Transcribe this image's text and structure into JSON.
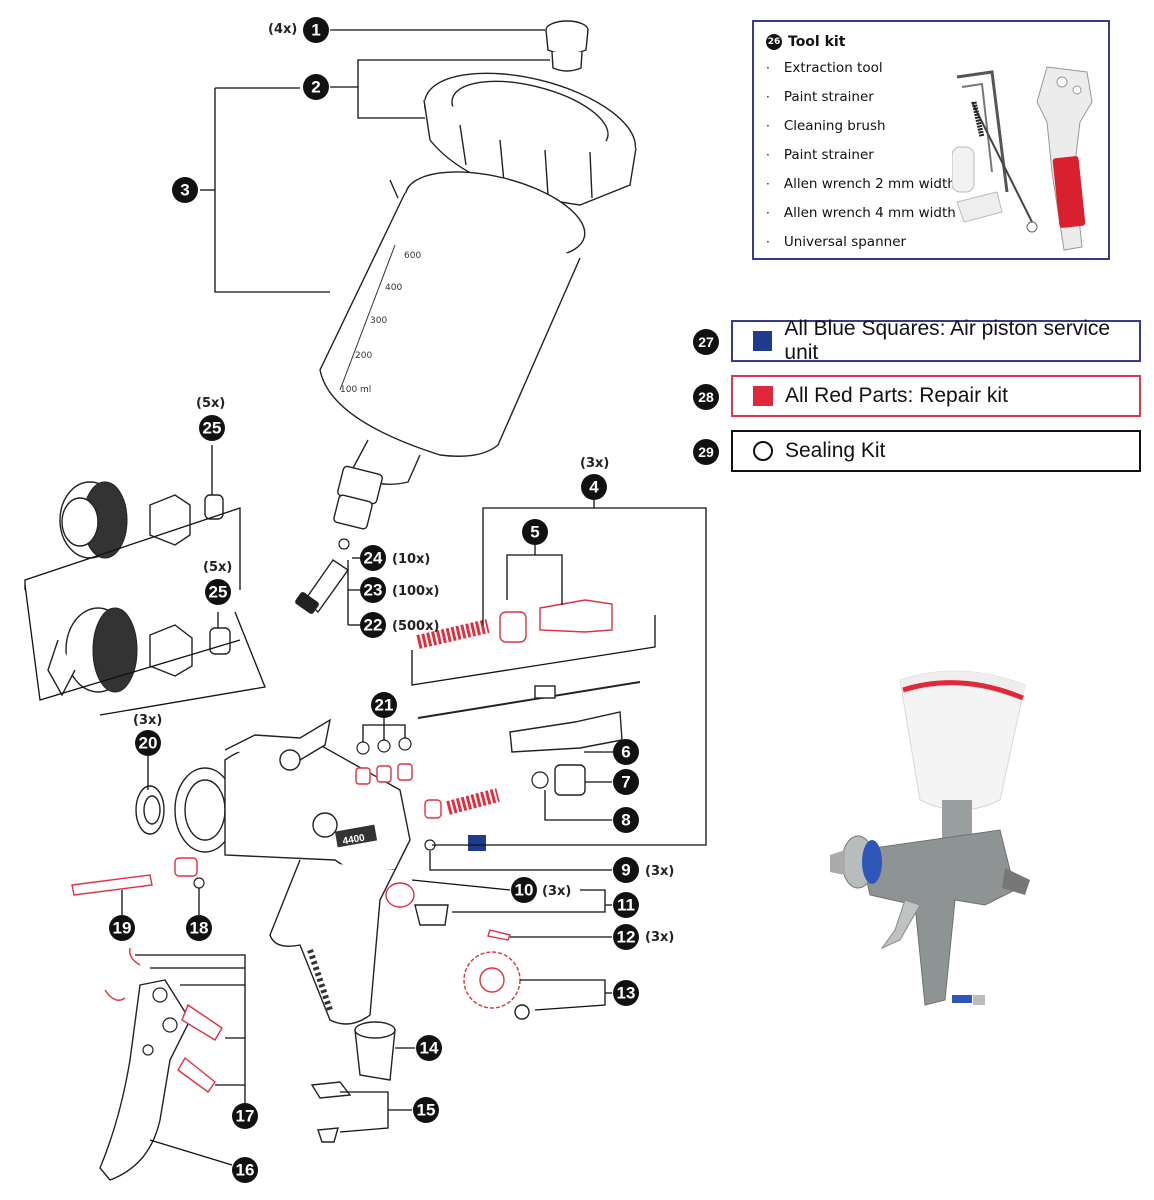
{
  "tool_kit": {
    "badge": "26",
    "title": "Tool kit",
    "items": [
      "Extraction tool",
      "Paint strainer",
      "Cleaning brush",
      "Paint strainer",
      "Allen wrench 2 mm width",
      "Allen wrench 4 mm width",
      "Universal spanner"
    ]
  },
  "legend": [
    {
      "badge": "27",
      "label": "All Blue Squares: Air piston service unit",
      "color": "#1f3b8c",
      "border": "#3a3a8a"
    },
    {
      "badge": "28",
      "label": "All Red Parts: Repair kit",
      "color": "#e0283a",
      "border": "#d83a4a"
    },
    {
      "badge": "29",
      "label": "Sealing Kit",
      "color": "#ffffff",
      "border": "#111111"
    }
  ],
  "callouts": [
    {
      "num": "1",
      "qty": "(4x)"
    },
    {
      "num": "2",
      "qty": ""
    },
    {
      "num": "3",
      "qty": ""
    },
    {
      "num": "4",
      "qty": "(3x)"
    },
    {
      "num": "5",
      "qty": ""
    },
    {
      "num": "6",
      "qty": ""
    },
    {
      "num": "7",
      "qty": ""
    },
    {
      "num": "8",
      "qty": ""
    },
    {
      "num": "9",
      "qty": "(3x)"
    },
    {
      "num": "10",
      "qty": "(3x)"
    },
    {
      "num": "11",
      "qty": ""
    },
    {
      "num": "12",
      "qty": "(3x)"
    },
    {
      "num": "13",
      "qty": ""
    },
    {
      "num": "14",
      "qty": ""
    },
    {
      "num": "15",
      "qty": ""
    },
    {
      "num": "16",
      "qty": ""
    },
    {
      "num": "17",
      "qty": ""
    },
    {
      "num": "18",
      "qty": ""
    },
    {
      "num": "19",
      "qty": ""
    },
    {
      "num": "20",
      "qty": "(3x)"
    },
    {
      "num": "21",
      "qty": ""
    },
    {
      "num": "22",
      "qty": "(500x)"
    },
    {
      "num": "23",
      "qty": "(100x)"
    },
    {
      "num": "24",
      "qty": "(10x)"
    },
    {
      "num": "25",
      "qty": "(5x)"
    },
    {
      "num": "25",
      "qty": "(5x)"
    }
  ],
  "cup_scale": [
    "600",
    "400",
    "300",
    "200",
    "100 ml"
  ],
  "gun_label": "4400",
  "colors": {
    "red": "#e0283a",
    "blue": "#1f3b8c",
    "line": "#111111"
  }
}
